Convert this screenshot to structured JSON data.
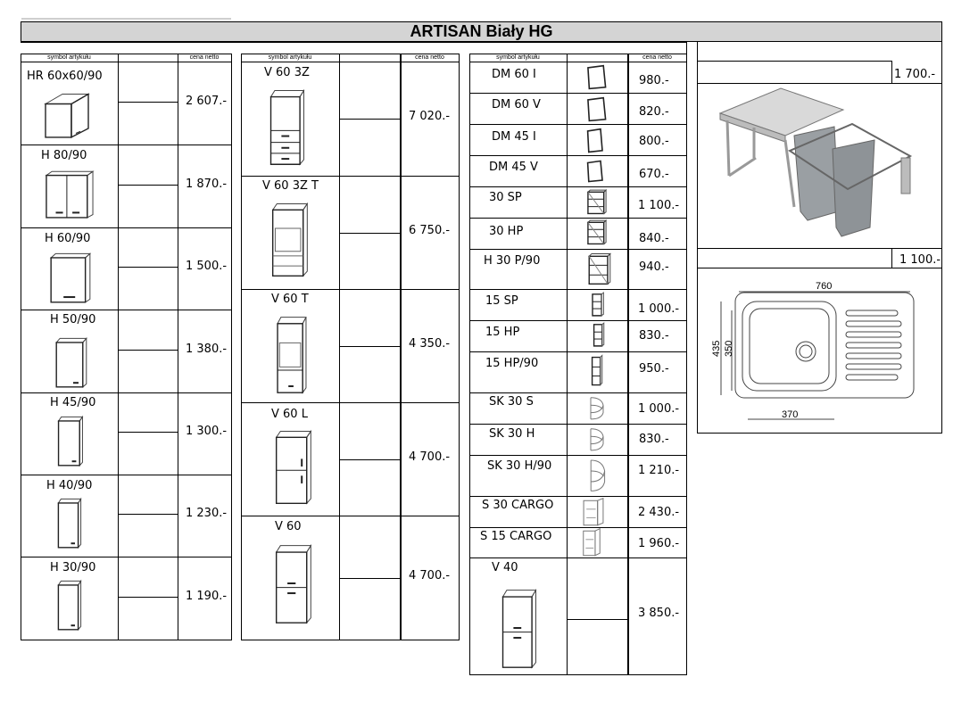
{
  "title": "ARTISAN Biały HG",
  "headers": {
    "symbol": "symbol artykułu",
    "price": "cena netto"
  },
  "col1": [
    {
      "symbol": "HR 60x60/90",
      "price": "2 607.-",
      "icon": "corner-wall-cabinet-icon"
    },
    {
      "symbol": "H 80/90",
      "price": "1 870.-",
      "icon": "double-door-wall-cabinet-icon"
    },
    {
      "symbol": "H 60/90",
      "price": "1 500.-",
      "icon": "wall-cabinet-flap-icon"
    },
    {
      "symbol": "H 50/90",
      "price": "1 380.-",
      "icon": "wall-cabinet-icon"
    },
    {
      "symbol": "H 45/90",
      "price": "1 300.-",
      "icon": "wall-cabinet-icon"
    },
    {
      "symbol": "H 40/90",
      "price": "1 230.-",
      "icon": "wall-cabinet-icon"
    },
    {
      "symbol": "H 30/90",
      "price": "1 190.-",
      "icon": "wall-cabinet-icon"
    }
  ],
  "col2": [
    {
      "symbol": "V 60 3Z",
      "price": "7 020.-",
      "icon": "tall-cabinet-drawers-icon"
    },
    {
      "symbol": "V 60 3Z T",
      "price": "6 750.-",
      "icon": "tall-cabinet-oven-drawers-icon"
    },
    {
      "symbol": "V 60 T",
      "price": "4 350.-",
      "icon": "tall-cabinet-oven-icon"
    },
    {
      "symbol": "V 60 L",
      "price": "4 700.-",
      "icon": "tall-cabinet-fridge-icon"
    },
    {
      "symbol": "V 60",
      "price": "4 700.-",
      "icon": "tall-cabinet-icon"
    }
  ],
  "col3": [
    {
      "symbol": "DM 60 I",
      "price": "980.-",
      "icon": "front-panel-icon"
    },
    {
      "symbol": "DM 60 V",
      "price": "820.-",
      "icon": "front-panel-icon"
    },
    {
      "symbol": "DM 45 I",
      "price": "800.-",
      "icon": "front-panel-icon"
    },
    {
      "symbol": "DM 45 V",
      "price": "670.-",
      "icon": "front-panel-icon"
    },
    {
      "symbol": "30 SP",
      "price": "1 100.-",
      "icon": "open-shelf-icon"
    },
    {
      "symbol": "30 HP",
      "price": "840.-",
      "icon": "open-shelf-icon"
    },
    {
      "symbol": "H 30 P/90",
      "price": "940.-",
      "icon": "open-shelf-icon"
    },
    {
      "symbol": "15 SP",
      "price": "1 000.-",
      "icon": "narrow-shelf-icon"
    },
    {
      "symbol": "15 HP",
      "price": "830.-",
      "icon": "narrow-shelf-icon"
    },
    {
      "symbol": "15 HP/90",
      "price": "950.-",
      "icon": "narrow-shelf-icon"
    },
    {
      "symbol": "SK 30 S",
      "price": "1 000.-",
      "icon": "round-shelf-icon"
    },
    {
      "symbol": "SK 30 H",
      "price": "830.-",
      "icon": "round-shelf-icon"
    },
    {
      "symbol": "SK 30 H/90",
      "price": "1 210.-",
      "icon": "round-shelf-icon"
    },
    {
      "symbol": "S 30 CARGO",
      "price": "2 430.-",
      "icon": "cargo-cabinet-icon"
    },
    {
      "symbol": "S 15 CARGO",
      "price": "1 960.-",
      "icon": "cargo-cabinet-icon"
    },
    {
      "symbol": "V 40",
      "price": "3 850.-",
      "icon": "tall-cabinet-icon"
    }
  ],
  "accessories": [
    {
      "price": "1 700.-",
      "icon": "waste-bin-icon"
    },
    {
      "price": "1 100.-",
      "icon": "sink-icon"
    }
  ],
  "sink_dims": {
    "width": "760",
    "depth": "435",
    "bowl_depth": "350",
    "bowl_width": "370"
  }
}
